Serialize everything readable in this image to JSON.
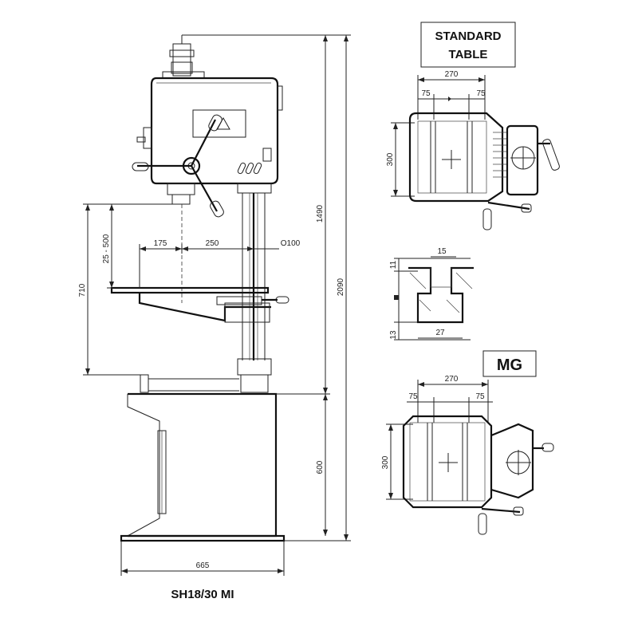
{
  "model_title": "SH18/30 MI",
  "labels": {
    "standard_table_line1": "STANDARD",
    "standard_table_line2": "TABLE",
    "mg": "MG"
  },
  "dimensions": {
    "overall_height": "2090",
    "column_height": "1490",
    "base_height": "600",
    "base_width": "665",
    "max_height": "710",
    "table_travel": "25 - 500",
    "reach_175": "175",
    "reach_250": "250",
    "column_dia": "O100",
    "std_table_width": "270",
    "std_slot_left": "75",
    "std_slot_right": "75",
    "std_table_depth": "300",
    "slot_top": "15",
    "slot_bottom": "27",
    "slot_h_top": "11",
    "slot_h_bottom": "13",
    "mg_table_width": "270",
    "mg_slot_left": "75",
    "mg_slot_right": "75",
    "mg_table_depth": "300"
  }
}
